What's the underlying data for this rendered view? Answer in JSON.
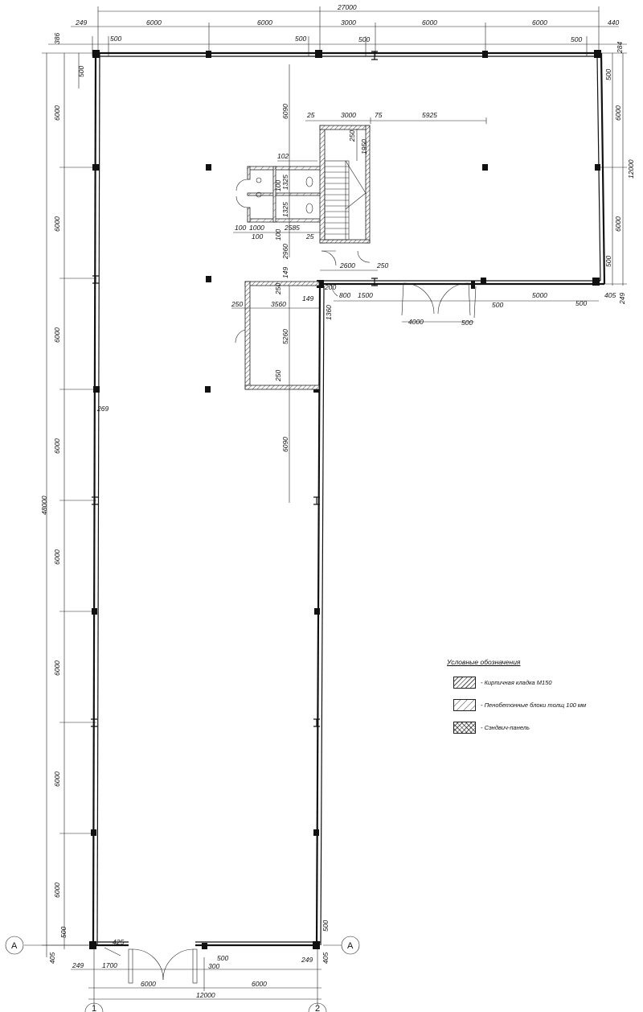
{
  "legend": {
    "title": "Условные обозначения",
    "items": [
      {
        "label": "- Кирпичная кладка М150",
        "pattern": "brick"
      },
      {
        "label": "- Пенобетонные блоки толщ 100 мм",
        "pattern": "foam"
      },
      {
        "label": "- Сэндвич-панель",
        "pattern": "sandwich"
      }
    ]
  },
  "axes": {
    "a_left": "A",
    "a_right": "A",
    "axis_1": "1",
    "axis_2": "2"
  },
  "dims": {
    "top_total": "27000",
    "top_249": "249",
    "top_6000_a": "6000",
    "top_6000_b": "6000",
    "top_3000": "3000",
    "top_6000_c": "6000",
    "top_6000_d": "6000",
    "top_440": "440",
    "top_500_a": "500",
    "top_500_b": "500",
    "top_500_c": "500",
    "top_500_d": "500",
    "top_386": "386",
    "top_284": "284",
    "left_total": "48000",
    "left_6000_1": "6000",
    "left_6000_2": "6000",
    "left_6000_3": "6000",
    "left_6000_4": "6000",
    "left_6000_5": "6000",
    "left_6000_6": "6000",
    "left_6000_7": "6000",
    "left_6000_8": "6000",
    "left_500_top": "500",
    "left_500_bottom": "500",
    "left_405": "405",
    "right_12000": "12000",
    "right_6000_a": "6000",
    "right_6000_b": "6000",
    "right_500_a": "500",
    "right_500_b": "500",
    "right_249": "249",
    "right_405": "405",
    "stair_25": "25",
    "stair_3000": "3000",
    "stair_75": "75",
    "stair_5925": "5925",
    "stair_250": "250",
    "stair_1950": "1950",
    "wc_102": "102",
    "wc_100a": "100",
    "wc_1325a": "1325",
    "wc_1325b": "1325",
    "wc_100b": "100",
    "wc_1000": "1000",
    "wc_100c": "100",
    "wc_100d": "100",
    "wc_2585": "2585",
    "wc_25": "25",
    "v_6090_top": "6090",
    "v_2960": "2960",
    "v_149": "149",
    "h_2600": "2600",
    "h_250": "250",
    "r_250": "250",
    "r_3560": "3560",
    "r_149": "149",
    "r_250b": "250",
    "r_200": "200",
    "r_1360": "1360",
    "r_5260": "5260",
    "r_250c": "250",
    "v_6090_mid": "6090",
    "d_800": "800",
    "d_1500": "1500",
    "d_4000": "4000",
    "d_500a": "500",
    "d_500b": "500",
    "d_5000": "5000",
    "d_500c": "500",
    "d_405": "405",
    "d_249": "249",
    "d_269": "269",
    "b_249": "249",
    "b_1700": "1700",
    "b_425": "425",
    "b_500": "500",
    "b_300": "300",
    "b_249r": "249",
    "b_6000a": "6000",
    "b_6000b": "6000",
    "b_12000": "12000",
    "b_500r": "500",
    "b_405r": "405"
  }
}
